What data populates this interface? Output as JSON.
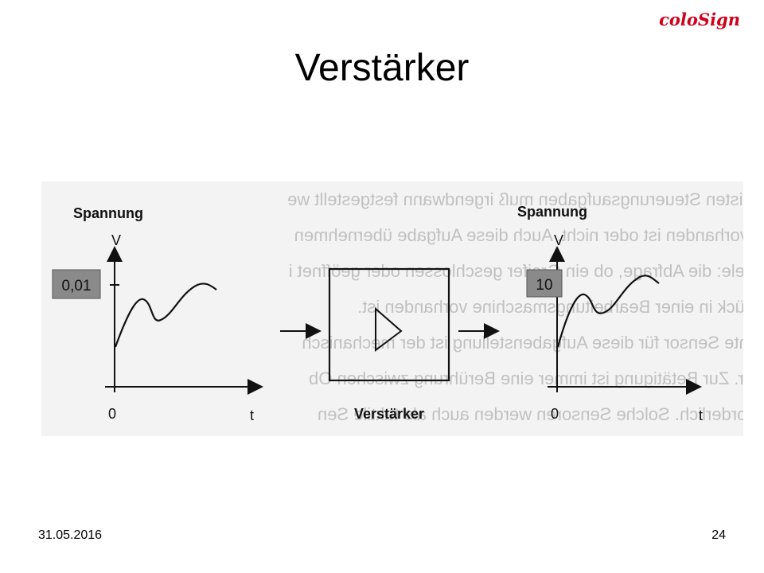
{
  "header": {
    "brand": "coloSign"
  },
  "slide": {
    "title": "Verstärker"
  },
  "figure": {
    "background_text_lines": [
      "meisten Steuerungsaufgaben muß irgendwann festgestellt we",
      "kt vorhanden ist oder nicht. Auch diese Aufgabe übernehmen",
      "spiele: die Abfrage, ob ein Greifer geschlossen oder geöffnet i",
      "kstück in einer Bearbeitungsmaschine vorhanden ist.",
      "achte Sensor für diese Aufgabenstellung ist der mechanisch",
      "ster. Zur Betätigung ist immer eine Berührung zwischen Ob",
      "erforderlich. Solche Sensoren werden auch als taktile Sen"
    ],
    "input": {
      "axis_title": "Spannung",
      "y_label": "V",
      "x_label": "t",
      "origin_label": "0",
      "gain_badge": "0,01"
    },
    "amplifier": {
      "label": "Verstärker"
    },
    "output": {
      "axis_title": "Spannung",
      "y_label": "V",
      "x_label": "t",
      "origin_label": "0",
      "gain_badge": "10"
    }
  },
  "footer": {
    "date": "31.05.2016",
    "page": "24"
  }
}
